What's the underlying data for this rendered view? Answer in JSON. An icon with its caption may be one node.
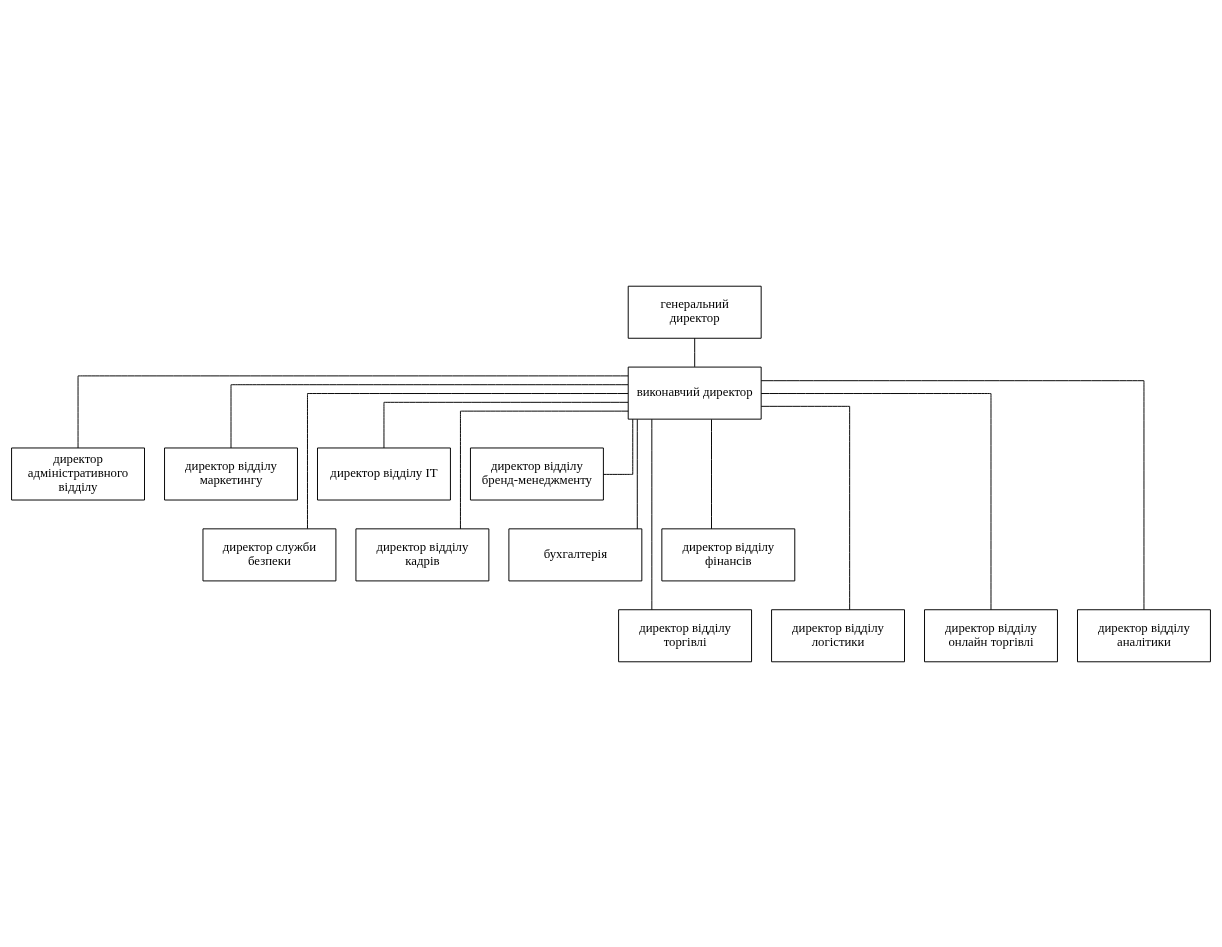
{
  "diagram": {
    "nodes": [
      {
        "text": [
          "генеральний директор"
        ]
      },
      {
        "text": [
          "виконавчий директор"
        ]
      },
      {
        "text": [
          "директор адміністративного відділу"
        ]
      },
      {
        "text": [
          "директор відділу маркетингу"
        ]
      },
      {
        "text": [
          "директор відділу IT"
        ]
      },
      {
        "text": [
          "директор відділу бренд-менеджменту"
        ]
      },
      {
        "text": [
          "директор служби безпеки"
        ]
      },
      {
        "text": [
          "директор відділу кадрів"
        ]
      },
      {
        "text": [
          "бухгалтерія"
        ]
      },
      {
        "text": [
          "директор відділу фінансів"
        ]
      },
      {
        "text": [
          "директор відділу торгівлі"
        ]
      },
      {
        "text": [
          "директор відділу логістики"
        ]
      },
      {
        "text": [
          "директор відділу онлайн торгівлі"
        ]
      },
      {
        "text": [
          "директор відділу аналітики"
        ]
      }
    ],
    "edges": [
      {
        "from": 0,
        "to": 1,
        "arrow": "none"
      },
      {
        "from": 1,
        "to": 2,
        "arrow": "none"
      },
      {
        "from": 1,
        "to": 3,
        "arrow": "none"
      },
      {
        "from": 1,
        "to": 4,
        "arrow": "none"
      },
      {
        "from": 1,
        "to": 5,
        "arrow": "none"
      },
      {
        "from": 1,
        "to": 6,
        "arrow": "none"
      },
      {
        "from": 1,
        "to": 7,
        "arrow": "none"
      },
      {
        "from": 1,
        "to": 8,
        "arrow": "none"
      },
      {
        "from": 1,
        "to": 9,
        "arrow": "none"
      },
      {
        "from": 1,
        "to": 10,
        "arrow": "none"
      },
      {
        "from": 1,
        "to": 11,
        "arrow": "none"
      },
      {
        "from": 1,
        "to": 12,
        "arrow": "none"
      },
      {
        "from": 1,
        "to": 13,
        "arrow": "none"
      }
    ]
  }
}
